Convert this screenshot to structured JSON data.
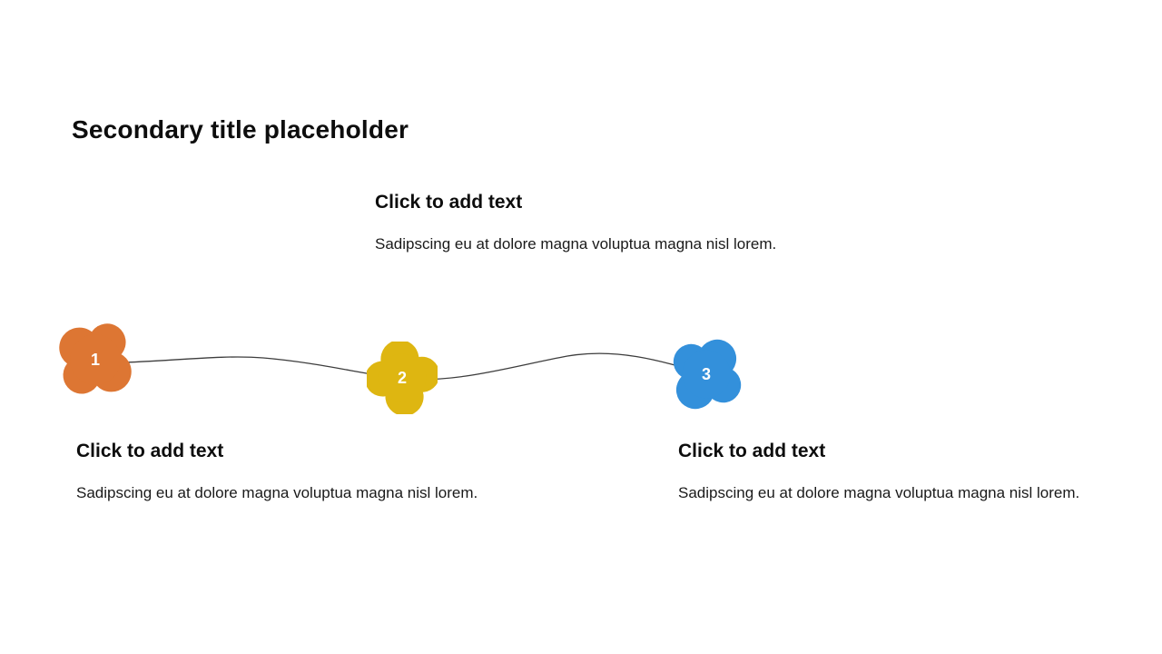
{
  "slide": {
    "title": "Secondary title placeholder",
    "background_color": "#ffffff",
    "connector_color": "#3d3d3d"
  },
  "steps": [
    {
      "number": "1",
      "color": "#DD7633",
      "heading": "Click to add text",
      "body": "Sadipscing eu at dolore magna voluptua magna nisl lorem."
    },
    {
      "number": "2",
      "color": "#DEB611",
      "heading": "Click to add text",
      "body": "Sadipscing eu at dolore magna voluptua magna nisl lorem."
    },
    {
      "number": "3",
      "color": "#3390DB",
      "heading": "Click to add text",
      "body": "Sadipscing eu at dolore magna voluptua magna nisl lorem."
    }
  ]
}
